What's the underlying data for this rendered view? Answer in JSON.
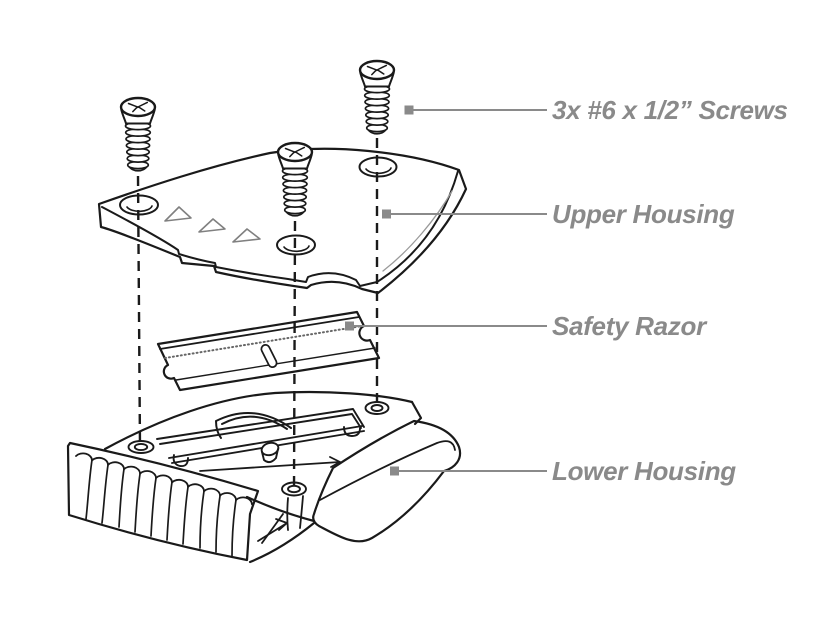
{
  "figure": {
    "type": "exploded-view-assembly-diagram",
    "background_color": "#ffffff",
    "line_color": "#1a1a1a",
    "label_color": "#8a8a8a",
    "leader_line_color": "#8a8a8a",
    "leader_marker_shape": "square"
  },
  "labels": {
    "screws": "3x #6 x 1/2” Screws",
    "upper_housing": "Upper Housing",
    "safety_razor": "Safety Razor",
    "lower_housing": "Lower Housing"
  },
  "callouts": [
    {
      "label": "3x #6 x 1/2” Screws",
      "target": "screws",
      "quantity_shown": "3x"
    },
    {
      "label": "Upper Housing",
      "target": "upper-housing"
    },
    {
      "label": "Safety Razor",
      "target": "safety-razor-blade"
    },
    {
      "label": "Lower Housing",
      "target": "lower-housing"
    }
  ]
}
